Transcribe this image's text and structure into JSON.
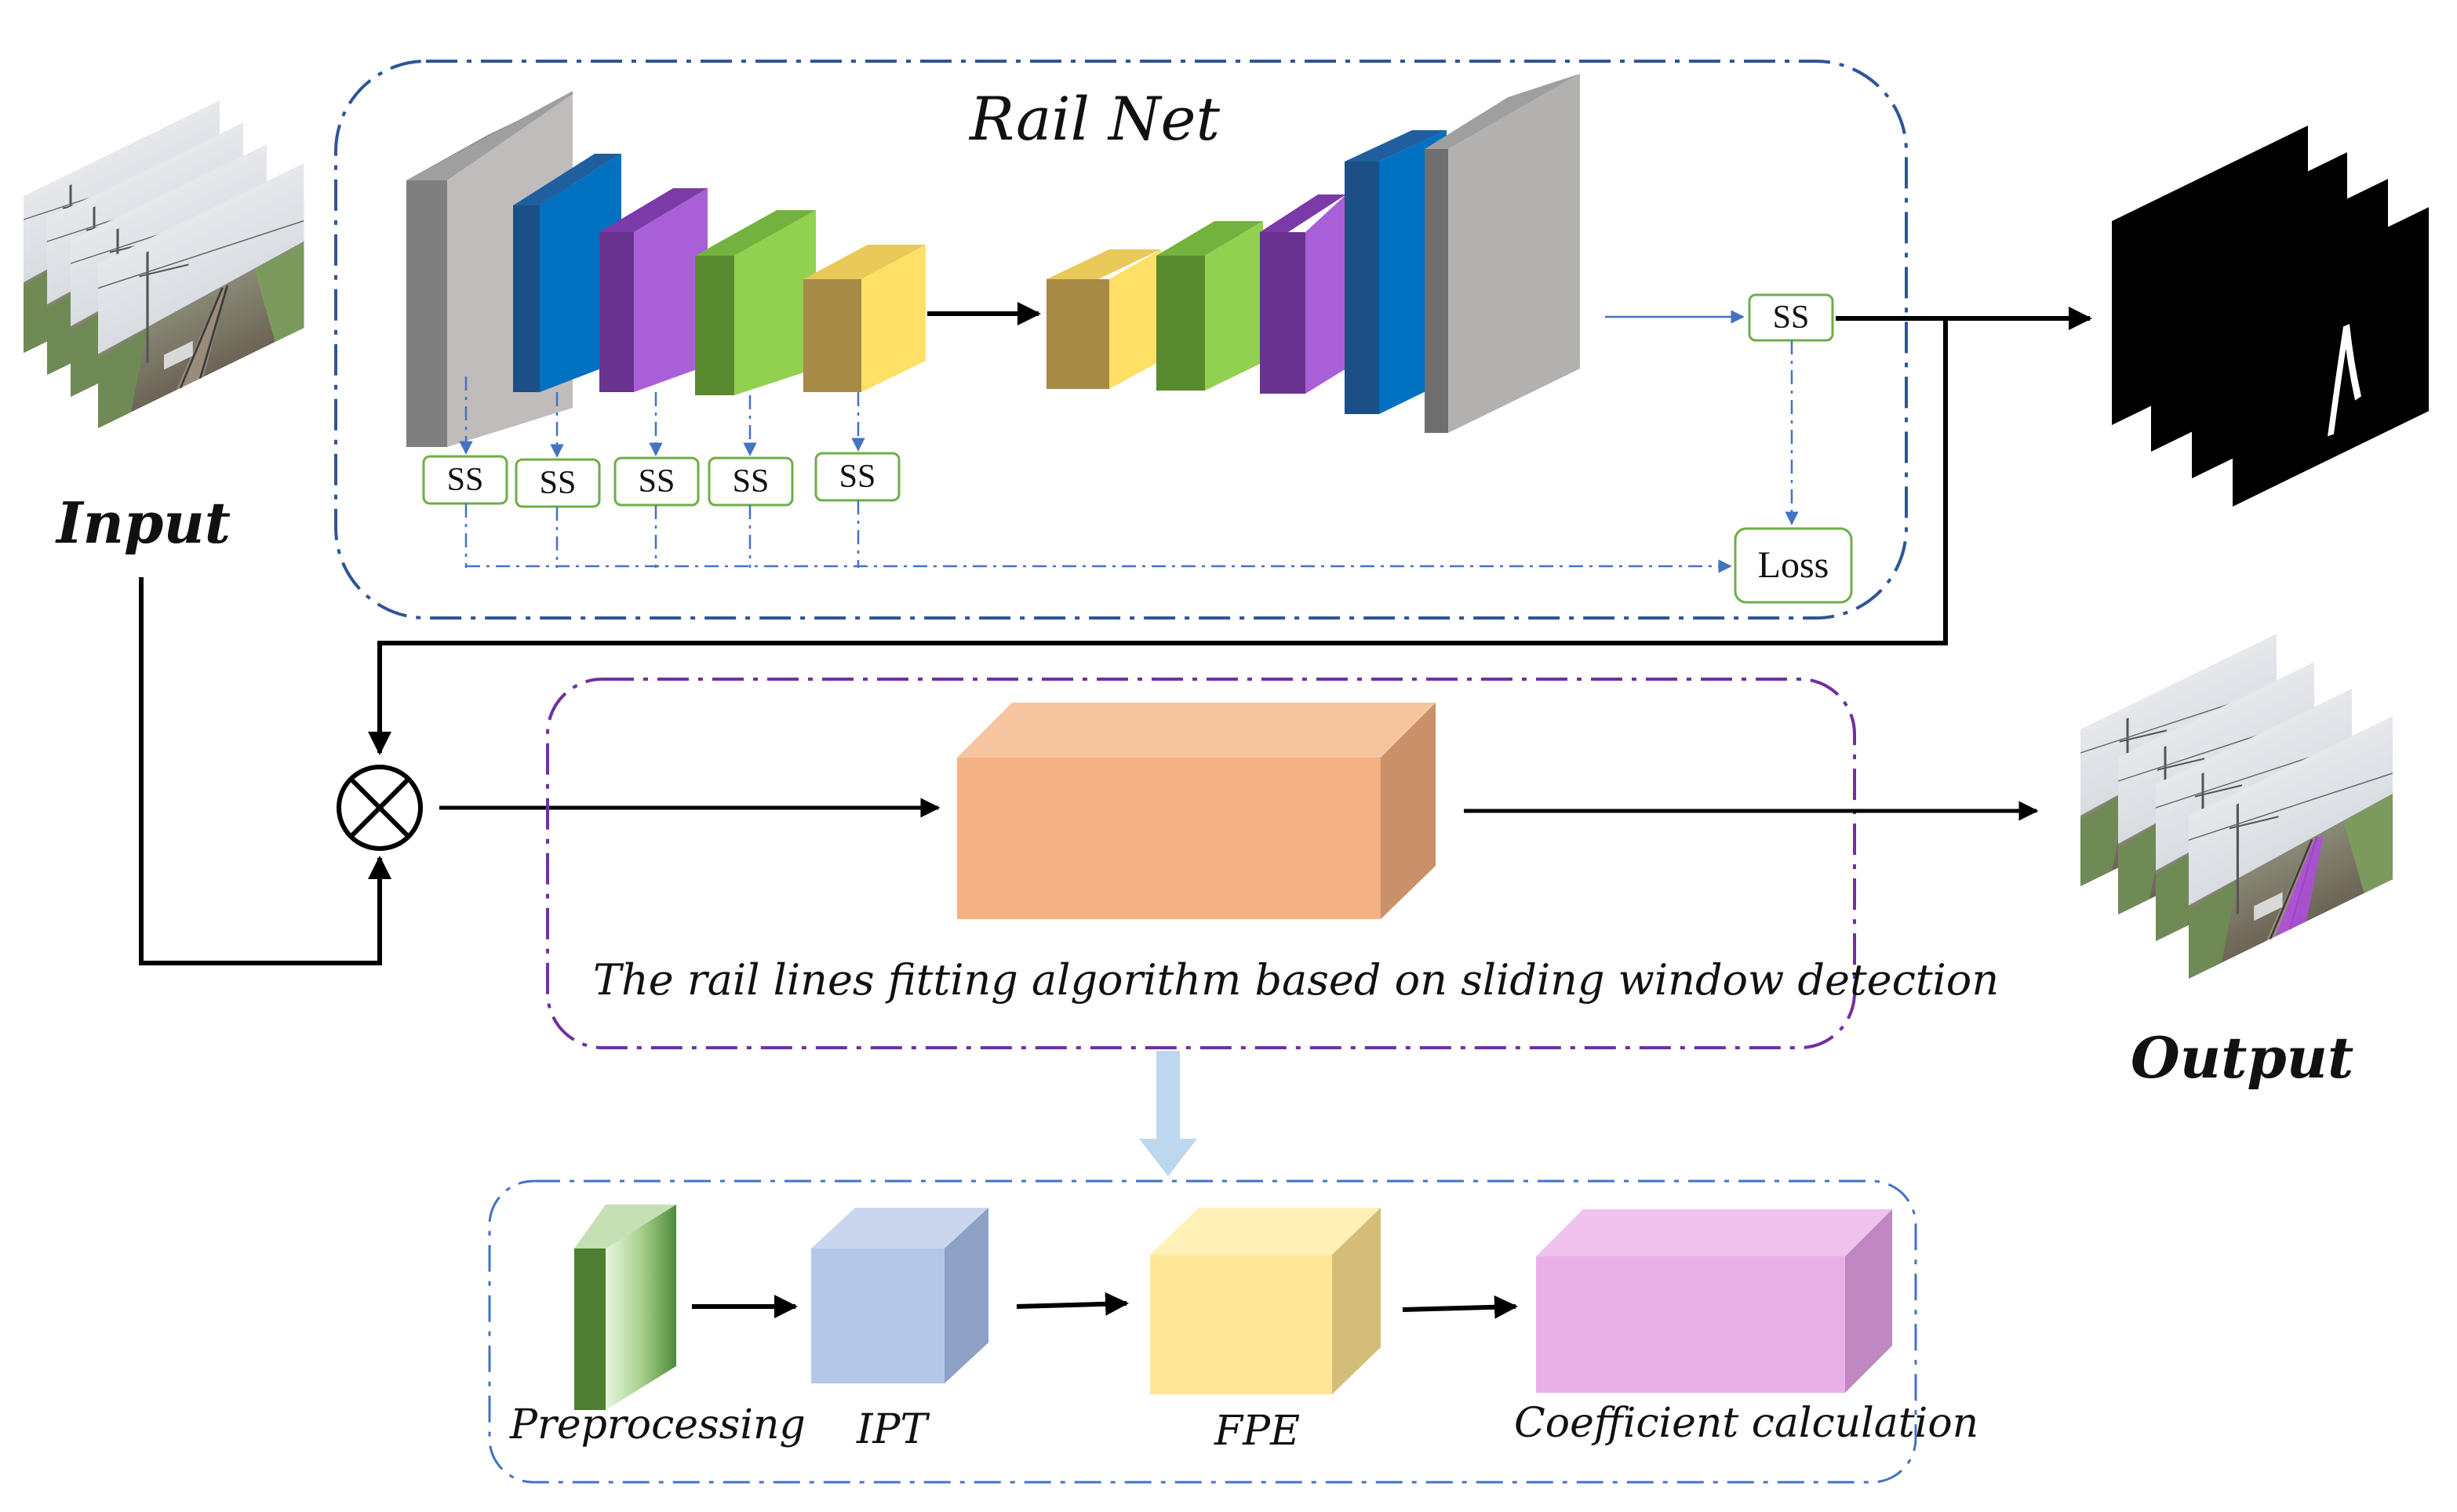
{
  "railnet": {
    "title": "Rail Net",
    "ss_label": "SS",
    "loss_label": "Loss"
  },
  "labels": {
    "input": "Input",
    "output": "Output"
  },
  "fitting": {
    "caption": "The rail lines fitting algorithm based on sliding window detection"
  },
  "pipeline": {
    "preprocessing": "Preprocessing",
    "ipt": "IPT",
    "fpe": "FPE",
    "coefficient": "Coefficient calculation"
  },
  "colors": {
    "railnet_border": "#2f5597",
    "fitting_border": "#7030a0",
    "pipeline_border": "#4472c4",
    "ss_border": "#70ad47",
    "gray_layer": "#b3b0b0",
    "blue_layer": "#0070c0",
    "purple_layer": "#a85fd8",
    "green_layer": "#92d050",
    "yellow_layer": "#ffe066",
    "fitting_block": "#f4b183",
    "ipt_block": "#b4c7e7",
    "fpe_block": "#ffe699",
    "coef_block": "#eab0e8",
    "mask_highlight": "#b04be0"
  }
}
